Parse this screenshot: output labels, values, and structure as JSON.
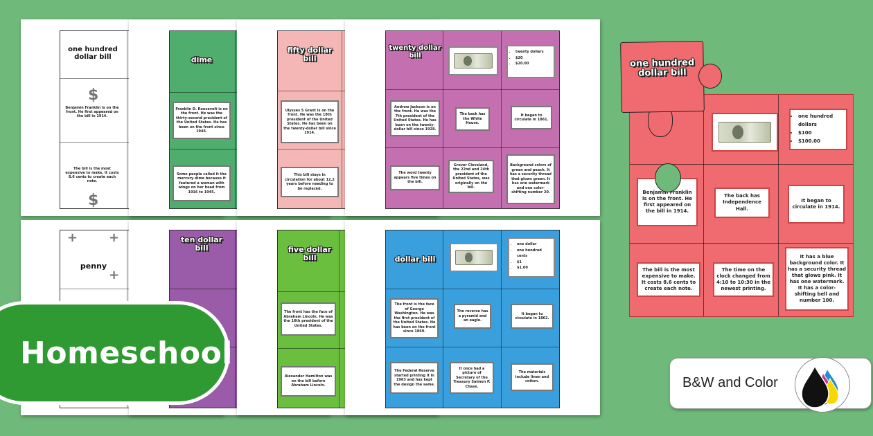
{
  "banner": {
    "label": "Homeschool"
  },
  "badge": {
    "label": "B&W and Color"
  },
  "sheets_top": [
    {
      "title": "one hundred dollar bill",
      "color": "#ffffff",
      "cards": [
        "Benjamin Franklin is on the front. He first appeared on the bill in 1914.",
        "The bill is the most expensive to make. It costs 8.6 cents to create each note."
      ]
    },
    {
      "title": "dime",
      "color": "#4fae6e",
      "cards": [
        "Franklin D. Roosevelt is on the front. He was the thirty-second president of the United States. He has been on the front since 1946.",
        "Some people called it the mercury dime because it featured a woman with wings on her head from 1916 to 1945."
      ]
    },
    {
      "title": "fifty dollar bill",
      "color": "#f5b7b5",
      "cards": [
        "Ulysses S Grant is on the front. He was the 18th president of the United States. He has been on the twenty-dollar bill since 1914.",
        "This bill stays in circulation for about 12.2 years before needing to be replaced."
      ]
    },
    {
      "title": "twenty dollar bill",
      "color": "#c46fb0",
      "notes": [
        "twenty dollars",
        "$20",
        "$20.00"
      ],
      "cards": [
        "Andrew Jackson is on the front. He was the 7th president of the United States. He has been on the twenty-dollar bill since 1928.",
        "The back has the White House.",
        "It began to circulate in 1861.",
        "The word twenty appears five times on the bill.",
        "Grover Cleveland, the 22nd and 24th president of the United States, was originally on the bill.",
        "Background colors of green and peach. It has a security thread that glows green. It has one watermark and one color-shifting number 20."
      ]
    }
  ],
  "sheets_bottom": [
    {
      "title": "penny",
      "color": "#ffffff"
    },
    {
      "title": "ten dollar bill",
      "color": "#9a5ca8",
      "cards": []
    },
    {
      "title": "five dollar bill",
      "color": "#6bbf3f",
      "cards": [
        "The front has the face of Abraham Lincoln. He was the 16th president of the United States.",
        "Alexander Hamilton was on the bill before Abraham Lincoln."
      ]
    },
    {
      "title": "dollar bill",
      "color": "#3aa0dd",
      "notes": [
        "one dollar",
        "one hundred cents",
        "$1",
        "$1.00"
      ],
      "cards": [
        "The front is the face of George Washington. He was the first president of the United States. He has been on the front since 1869.",
        "The reverse has a pyramid and an eagle.",
        "It began to circulate in 1862.",
        "The Federal Reserve started printing it in 1963 and has kept the design the same.",
        "It once had a picture of Secretary of the Treasury Salmon P. Chase.",
        "The materials include linen and cotton."
      ]
    }
  ],
  "big_puzzle": {
    "title": "one hundred dollar bill",
    "notes": [
      "one hundred dollars",
      "$100",
      "$100.00"
    ],
    "cards": [
      "Benjamin Franklin is on the front. He first appeared on the bill in 1914.",
      "The back has Independence Hall.",
      "It began to circulate in 1914.",
      "The bill is the most expensive to make. It costs 8.6 cents to create each note.",
      "The time on the clock changed from 4:10 to 10:30 in the newest printing.",
      "It has a blue background color. It has a security thread that glows pink. It has one watermark. It has a color-shifting bell and number 100."
    ]
  }
}
